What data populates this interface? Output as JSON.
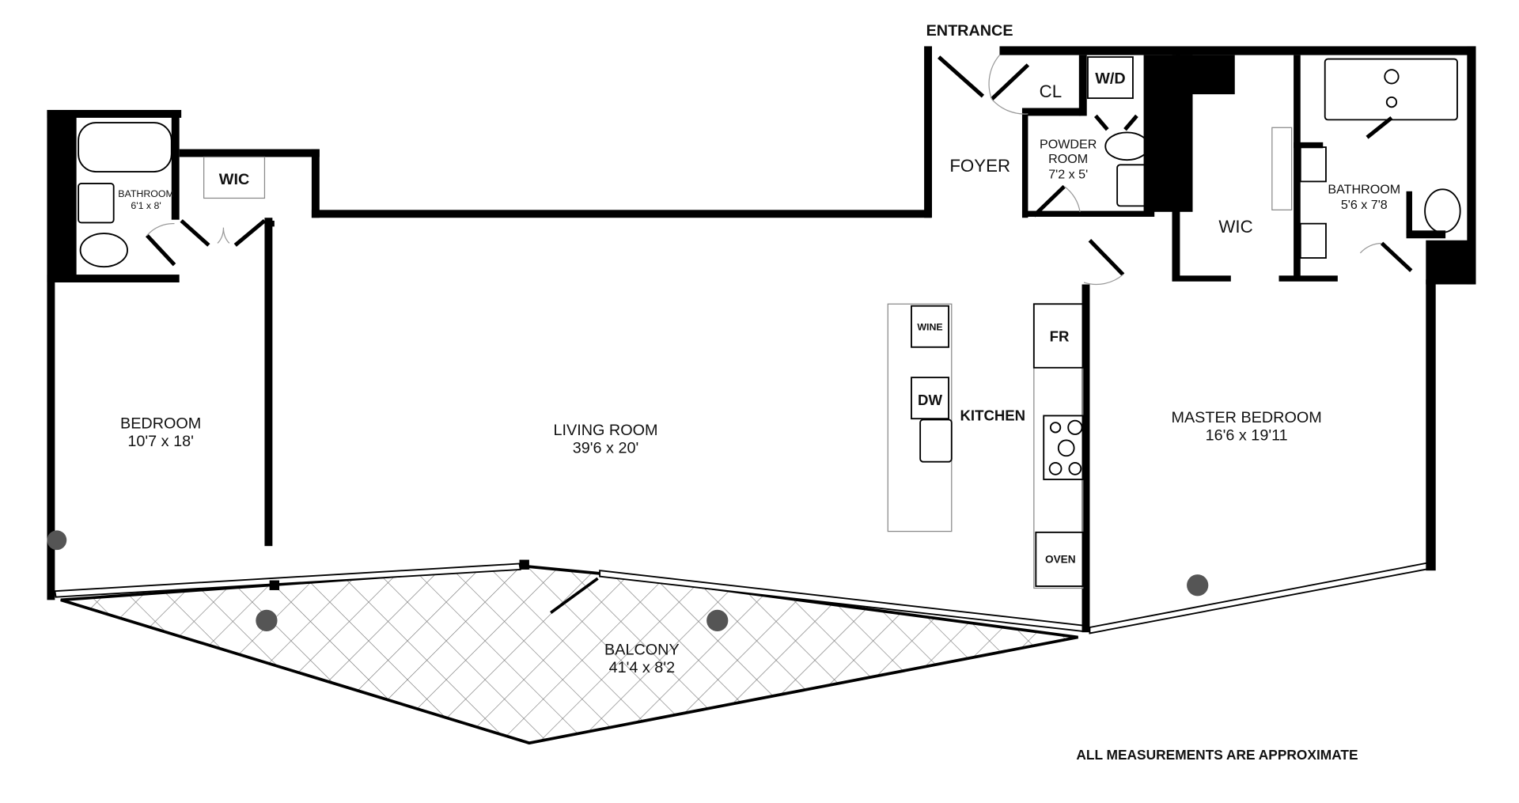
{
  "entrance": "ENTRANCE",
  "rooms": {
    "foyer": "FOYER",
    "closet": "CL",
    "washer_dryer": "W/D",
    "powder_room": {
      "name_line1": "POWDER",
      "name_line2": "ROOM",
      "size": "7'2 x 5'"
    },
    "master_wic": "WIC",
    "master_bathroom": {
      "name": "BATHROOM",
      "size": "5'6 x 7'8"
    },
    "bathroom": {
      "name": "BATHROOM",
      "size": "6'1 x 8'"
    },
    "wic": "WIC",
    "bedroom": {
      "name": "BEDROOM",
      "size": "10'7 x 18'"
    },
    "living_room": {
      "name": "LIVING ROOM",
      "size": "39'6 x 20'"
    },
    "kitchen": "KITCHEN",
    "master_bedroom": {
      "name": "MASTER BEDROOM",
      "size": "16'6 x 19'11"
    },
    "balcony": {
      "name": "BALCONY",
      "size": "41'4 x 8'2"
    }
  },
  "appliances": {
    "wine": "WINE",
    "dishwasher": "DW",
    "fridge": "FR",
    "oven": "OVEN"
  },
  "note": "ALL MEASUREMENTS ARE APPROXIMATE",
  "colors": {
    "wall": "#000000",
    "column": "#555555",
    "fixture_line": "#888888"
  }
}
